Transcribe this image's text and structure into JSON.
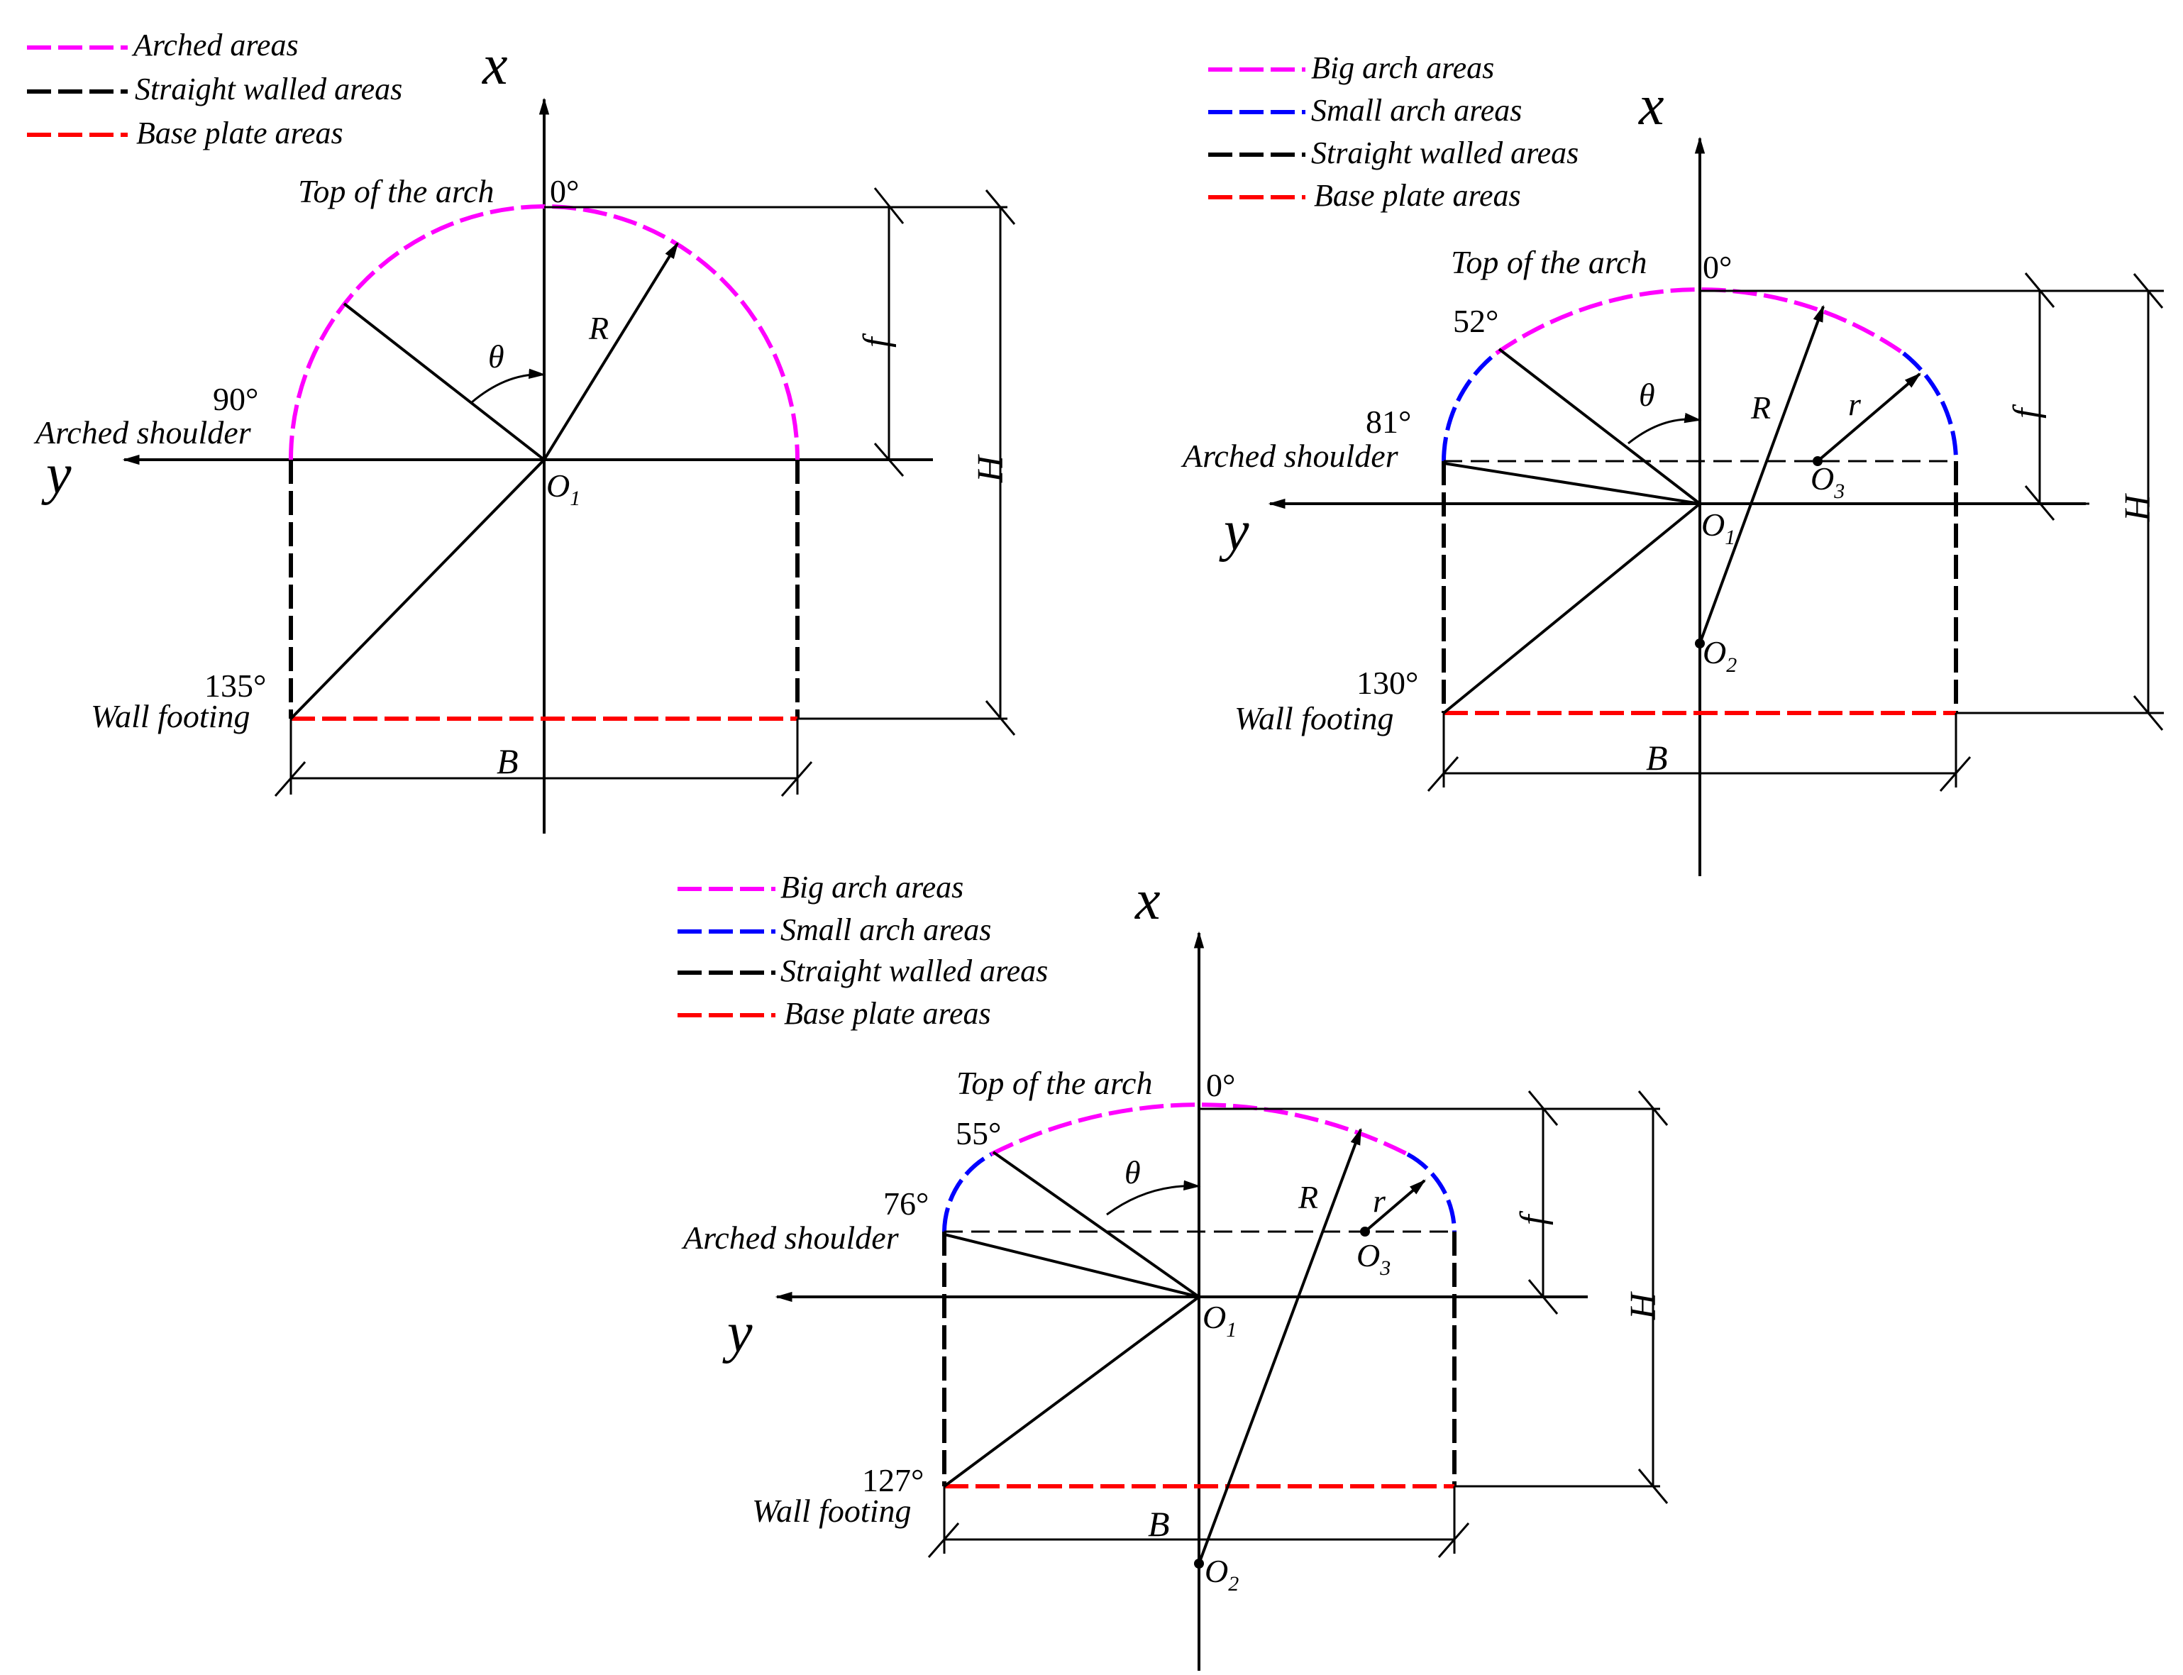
{
  "colors": {
    "big_arch": "#ff00ff",
    "small_arch": "#0000ff",
    "straight_wall": "#000000",
    "base_plate": "#ff0000"
  },
  "panel1": {
    "legend": [
      "Arched areas",
      "Straight walled areas",
      "Base plate areas"
    ],
    "axis_x": "x",
    "axis_y": "y",
    "top_label": "Top of the arch",
    "top_angle": "0°",
    "shoulder_angle": "90°",
    "shoulder_label": "Arched shoulder",
    "footing_angle": "135°",
    "footing_label": "Wall footing",
    "origin": "O",
    "origin_sub": "1",
    "theta": "θ",
    "R": "R",
    "f": "f",
    "H": "H",
    "B": "B"
  },
  "panel2": {
    "legend": [
      "Big arch areas",
      "Small arch areas",
      "Straight walled areas",
      "Base plate areas"
    ],
    "axis_x": "x",
    "axis_y": "y",
    "top_label": "Top of the arch",
    "top_angle": "0°",
    "transition_angle": "52°",
    "shoulder_angle": "81°",
    "shoulder_label": "Arched shoulder",
    "footing_angle": "130°",
    "footing_label": "Wall footing",
    "O1": "O",
    "O1_sub": "1",
    "O2": "O",
    "O2_sub": "2",
    "O3": "O",
    "O3_sub": "3",
    "theta": "θ",
    "R": "R",
    "r": "r",
    "f": "f",
    "H": "H",
    "B": "B"
  },
  "panel3": {
    "legend": [
      "Big arch areas",
      "Small arch areas",
      "Straight walled areas",
      "Base plate areas"
    ],
    "axis_x": "x",
    "axis_y": "y",
    "top_label": "Top of the arch",
    "top_angle": "0°",
    "transition_angle": "55°",
    "shoulder_angle": "76°",
    "shoulder_label": "Arched shoulder",
    "footing_angle": "127°",
    "footing_label": "Wall footing",
    "O1": "O",
    "O1_sub": "1",
    "O2": "O",
    "O2_sub": "2",
    "O3": "O",
    "O3_sub": "3",
    "theta": "θ",
    "R": "R",
    "r": "r",
    "f": "f",
    "H": "H",
    "B": "B"
  }
}
